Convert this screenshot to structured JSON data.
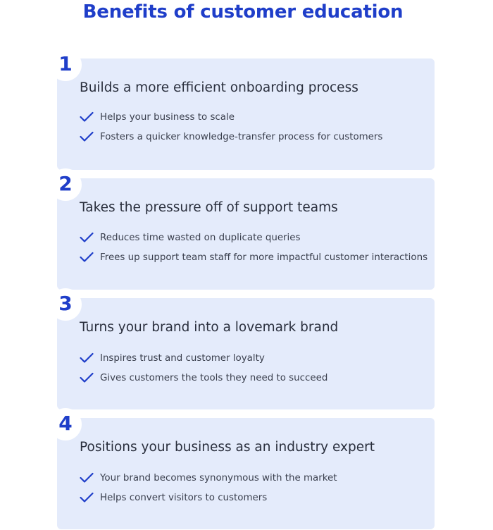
{
  "title": "Benefits of customer education",
  "colors": {
    "accent": "#1f3ec9",
    "card_bg": "#e4ebfb",
    "text": "#2a2f3d"
  },
  "cards": [
    {
      "number": "1",
      "heading": "Builds a more efficient onboarding process",
      "bullets": [
        "Helps your business to scale",
        "Fosters a quicker knowledge-transfer process for customers"
      ]
    },
    {
      "number": "2",
      "heading": "Takes the pressure off of support teams",
      "bullets": [
        "Reduces time wasted on duplicate queries",
        "Frees up support team staff for more impactful customer interactions"
      ]
    },
    {
      "number": "3",
      "heading": "Turns your brand into a lovemark brand",
      "bullets": [
        "Inspires trust and customer loyalty",
        "Gives customers the tools they need to succeed"
      ]
    },
    {
      "number": "4",
      "heading": "Positions your business as an industry expert",
      "bullets": [
        "Your brand becomes synonymous with the market",
        "Helps convert visitors to customers"
      ]
    }
  ]
}
